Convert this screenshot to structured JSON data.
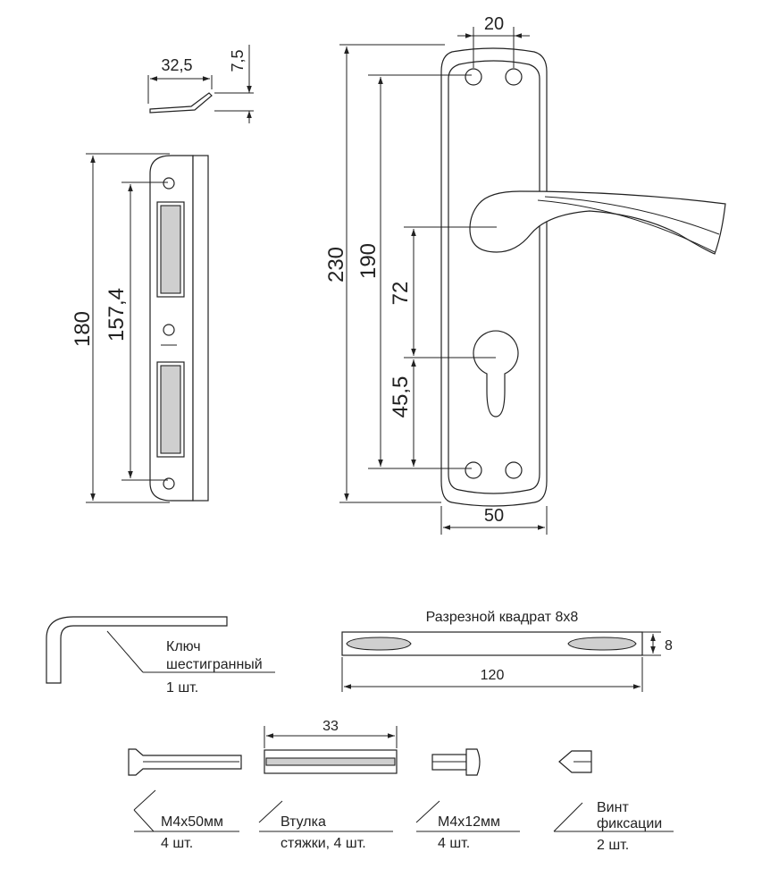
{
  "dimensions": {
    "bracket_width": "32,5",
    "bracket_height": "7,5",
    "strike_height": "180",
    "strike_hole_spacing": "157,4",
    "plate_height": "230",
    "plate_hole_spacing": "190",
    "handle_to_cylinder": "72",
    "cylinder_to_bottom_hole": "45,5",
    "plate_top_hole_spacing": "20",
    "plate_width": "50",
    "spindle_length": "120",
    "spindle_section": "8",
    "sleeve_length": "33"
  },
  "labels": {
    "spindle_title": "Разрезной квадрат 8х8",
    "hex_key_line1": "Ключ",
    "hex_key_line2": "шестигранный",
    "hex_key_qty": "1 шт.",
    "screw_long": "М4х50мм",
    "screw_long_qty": "4 шт.",
    "sleeve_line1": "Втулка",
    "sleeve_line2": "стяжки, 4 шт.",
    "screw_short": "М4х12мм",
    "screw_short_qty": "4 шт.",
    "fix_screw_line1": "Винт",
    "fix_screw_line2": "фиксации",
    "fix_screw_qty": "2 шт."
  }
}
